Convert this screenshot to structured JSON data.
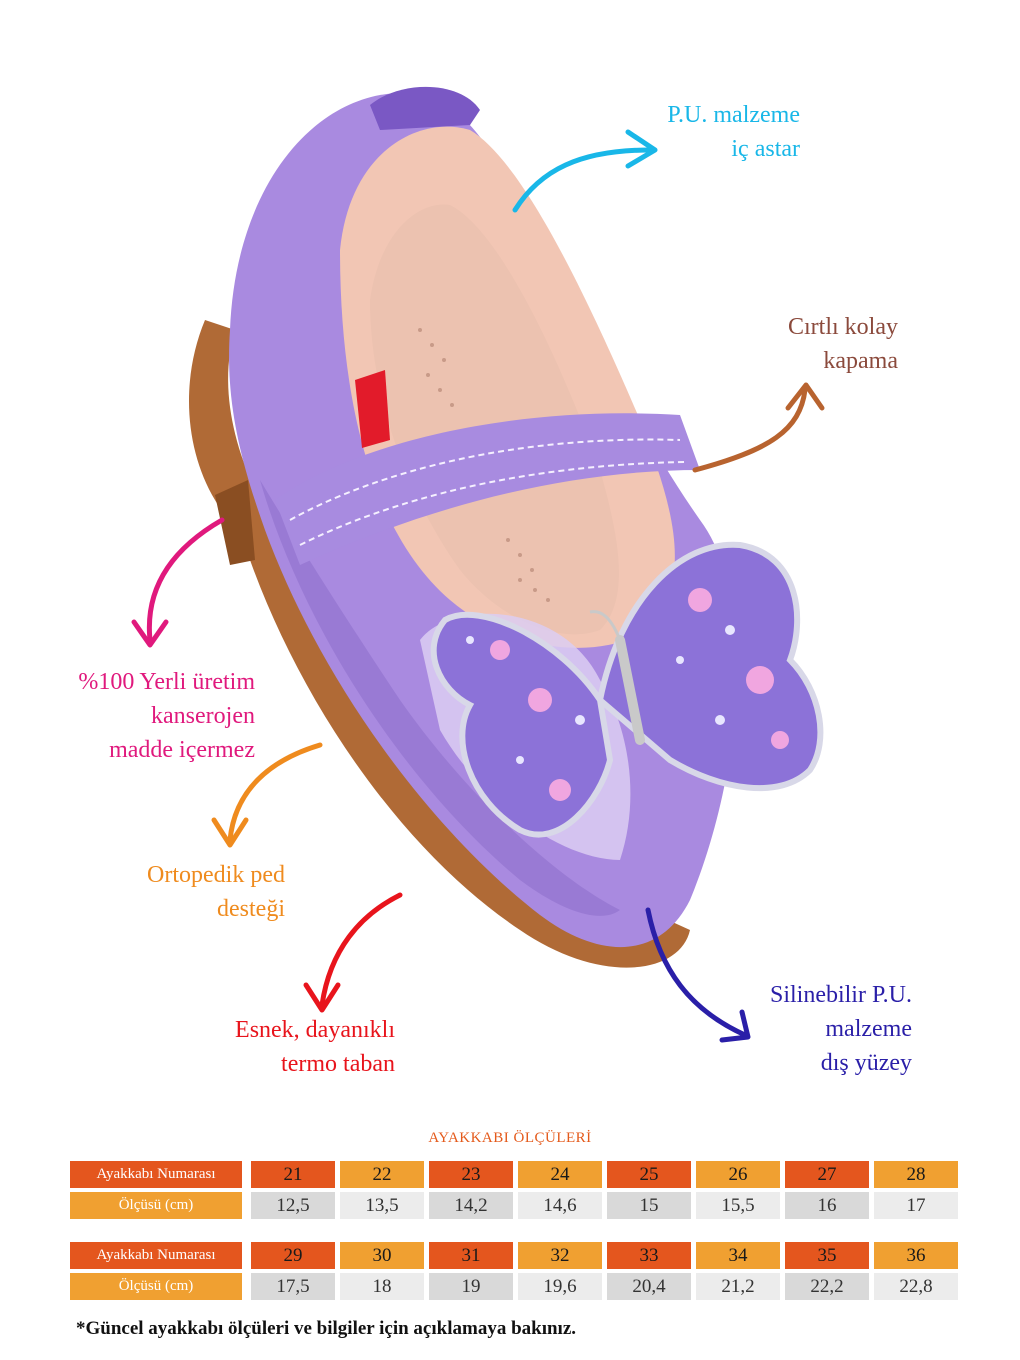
{
  "callouts": {
    "lining": {
      "lines": [
        "P.U. malzeme",
        "iç astar"
      ],
      "color": "#19b7e8"
    },
    "closure": {
      "lines": [
        "Cırtlı kolay",
        "kapama"
      ],
      "color": "#8b4a3c"
    },
    "local": {
      "lines": [
        "%100 Yerli üretim",
        "kanserojen",
        "madde içermez"
      ],
      "color": "#e0197d"
    },
    "ortho": {
      "lines": [
        "Ortopedik ped",
        "desteği"
      ],
      "color": "#ef8b1e"
    },
    "sole": {
      "lines": [
        "Esnek, dayanıklı",
        "termo taban"
      ],
      "color": "#e8141c"
    },
    "surface": {
      "lines": [
        "Silinebilir P.U.",
        "malzeme",
        "dış yüzey"
      ],
      "color": "#2a1fa8"
    }
  },
  "shoe": {
    "color": "#a98ae0",
    "lining_color": "#f2c6b4",
    "sole_color": "#b06a36"
  },
  "size_table": {
    "title": "AYAKKABI ÖLÇÜLERİ",
    "size_label": "Ayakkabı Numarası",
    "measure_label": "Ölçüsü (cm)",
    "blocks": [
      {
        "sizes": [
          "21",
          "22",
          "23",
          "24",
          "25",
          "26",
          "27",
          "28"
        ],
        "measures": [
          "12,5",
          "13,5",
          "14,2",
          "14,6",
          "15",
          "15,5",
          "16",
          "17"
        ]
      },
      {
        "sizes": [
          "29",
          "30",
          "31",
          "32",
          "33",
          "34",
          "35",
          "36"
        ],
        "measures": [
          "17,5",
          "18",
          "19",
          "19,6",
          "20,4",
          "21,2",
          "22,2",
          "22,8"
        ]
      }
    ]
  },
  "footnote": "*Güncel ayakkabı ölçüleri ve bilgiler için açıklamaya bakınız."
}
